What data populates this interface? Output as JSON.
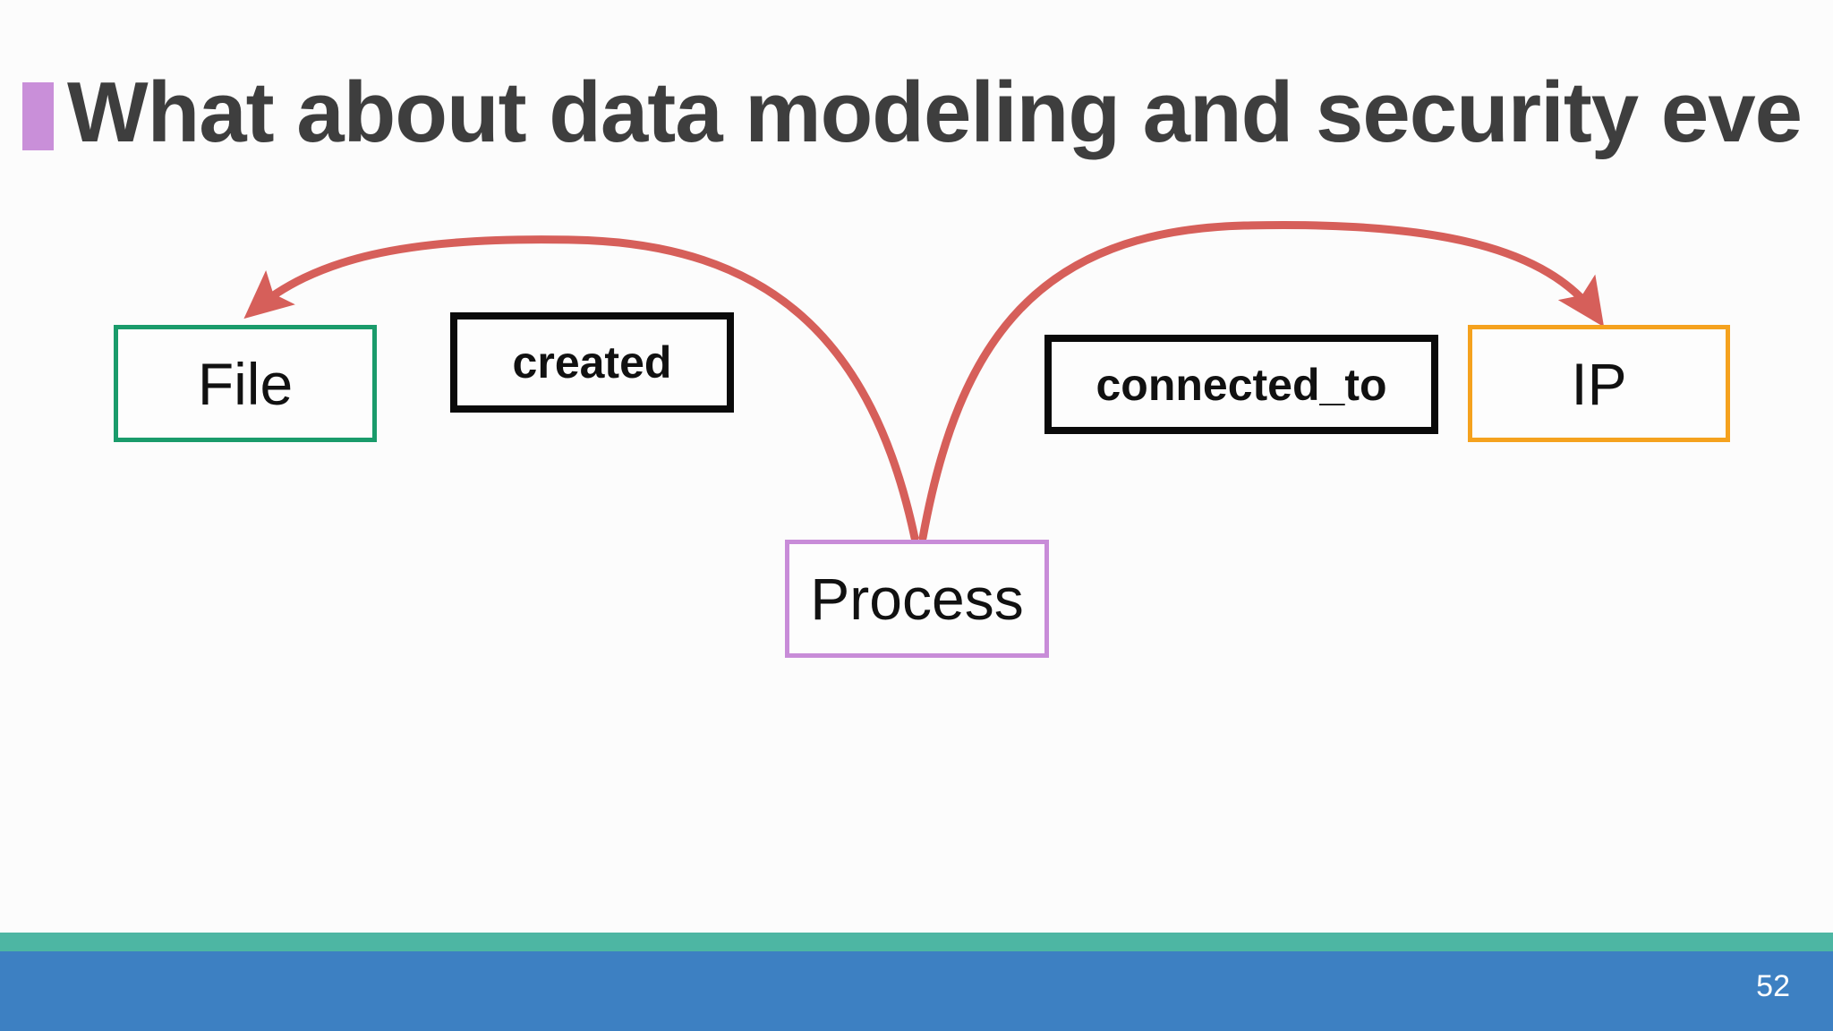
{
  "slide": {
    "title": "What about data modeling and security eve",
    "page_number": "52"
  },
  "diagram": {
    "nodes": [
      {
        "id": "file",
        "label": "File",
        "border_color": "#1a9b6b"
      },
      {
        "id": "process",
        "label": "Process",
        "border_color": "#c88cd8"
      },
      {
        "id": "ip",
        "label": "IP",
        "border_color": "#f5a21e"
      }
    ],
    "edges": [
      {
        "label": "created",
        "from": "process",
        "to": "file"
      },
      {
        "label": "connected_to",
        "from": "process",
        "to": "ip"
      }
    ],
    "arrow_color": "#d65f5a"
  },
  "colors": {
    "accent_bar": "#c98fd9",
    "title_text": "#3e3e3e",
    "node_text": "#111111",
    "edge_box_border": "#0a0a0a",
    "teal_strip": "#4db6a3",
    "footer_band": "#3d80c2",
    "page_number_text": "#ffffff",
    "background": "#fcfcfc"
  }
}
